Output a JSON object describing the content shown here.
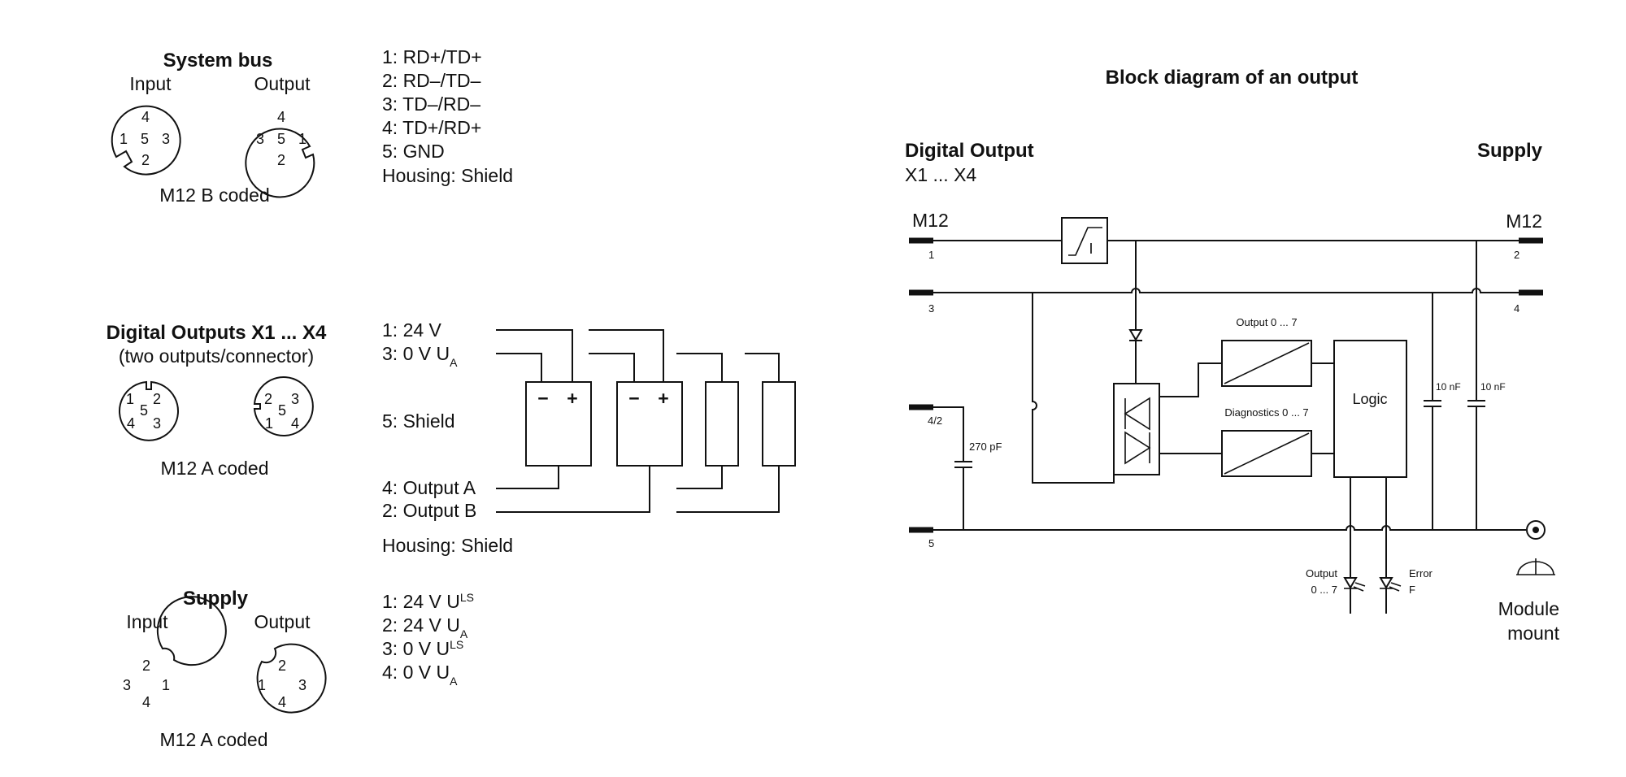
{
  "left": {
    "system_bus": {
      "title": "System bus",
      "input_label": "Input",
      "output_label": "Output",
      "input_pins": [
        "4",
        "1",
        "5",
        "3",
        "2"
      ],
      "output_pins": [
        "4",
        "3",
        "5",
        "1",
        "2"
      ],
      "coding": "M12 B coded",
      "pinout": [
        "1: RD+/TD+",
        "2: RD–/TD–",
        "3: TD–/RD–",
        "4: TD+/RD+",
        "5: GND",
        "Housing: Shield"
      ]
    },
    "digital_outputs": {
      "title": "Digital Outputs X1 ... X4",
      "subtitle": "(two outputs/connector)",
      "left_pins": [
        "1",
        "2",
        "5",
        "4",
        "3"
      ],
      "right_pins": [
        "2",
        "3",
        "5",
        "1",
        "4"
      ],
      "coding": "M12 A coded",
      "pin1": "1: 24 V",
      "pin3_main": "3: 0 V U",
      "pin3_sub": "A",
      "pin5": "5: Shield",
      "pin4": "4: Output A",
      "pin2": "2: Output B",
      "housing": "Housing: Shield",
      "load_minus": "−",
      "load_plus": "+"
    },
    "supply": {
      "title": "Supply",
      "input_label": "Input",
      "output_label": "Output",
      "input_pins": [
        "2",
        "3",
        "1",
        "4"
      ],
      "output_pins": [
        "2",
        "1",
        "3",
        "4"
      ],
      "coding": "M12 A coded",
      "pinout": [
        {
          "main": "1: 24 V U",
          "sub": "LS"
        },
        {
          "main": "2: 24 V U",
          "sub": "A"
        },
        {
          "main": "3: 0 V U",
          "sub": "LS"
        },
        {
          "main": "4: 0 V U",
          "sub": "A"
        }
      ]
    }
  },
  "block_diagram": {
    "title": "Block diagram of an output",
    "digital_output_title": "Digital Output",
    "digital_output_sub": "X1 ... X4",
    "supply_title": "Supply",
    "m12_left": "M12",
    "m12_right": "M12",
    "terminal_1": "1",
    "terminal_3": "3",
    "terminal_4_2": "4/2",
    "terminal_5": "5",
    "terminal_2": "2",
    "terminal_4": "4",
    "output_label": "Output 0 ... 7",
    "diagnostics_label": "Diagnostics 0 ... 7",
    "logic_label": "Logic",
    "cap_270": "270 pF",
    "cap_10a": "10 nF",
    "cap_10b": "10 nF",
    "led_output_1": "Output",
    "led_output_2": "0 ... 7",
    "led_error_1": "Error",
    "led_error_2": "F",
    "module_mount_1": "Module",
    "module_mount_2": "mount",
    "current_limit_symbol": "I"
  }
}
